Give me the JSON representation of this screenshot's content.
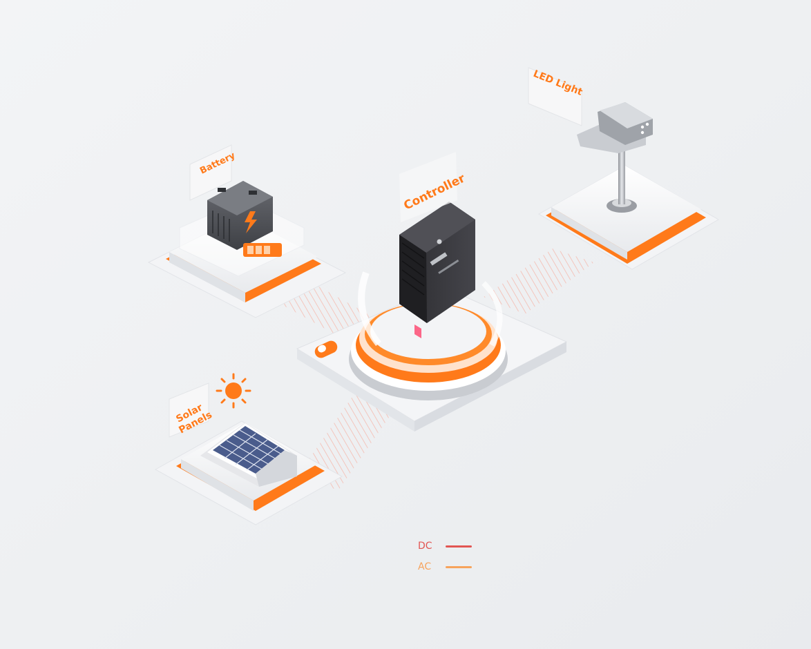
{
  "diagram": {
    "nodes": {
      "battery": {
        "label": "Battery"
      },
      "controller": {
        "label": "Controller"
      },
      "led_light": {
        "label": "LED Light"
      },
      "solar_panels": {
        "label_line1": "Solar",
        "label_line2": "Panels"
      }
    }
  },
  "legend": {
    "items": [
      {
        "label": "DC",
        "color": "#e25552"
      },
      {
        "label": "AC",
        "color": "#f7a35c"
      }
    ]
  },
  "colors": {
    "accent": "#ff7a1a",
    "background": "#eef0f2"
  },
  "icons": {
    "sun": "sun-icon",
    "battery": "battery-icon",
    "charge": "lightning-bolt-icon",
    "controller": "controller-device-icon",
    "led_light": "street-lamp-icon",
    "solar": "solar-panel-icon"
  }
}
